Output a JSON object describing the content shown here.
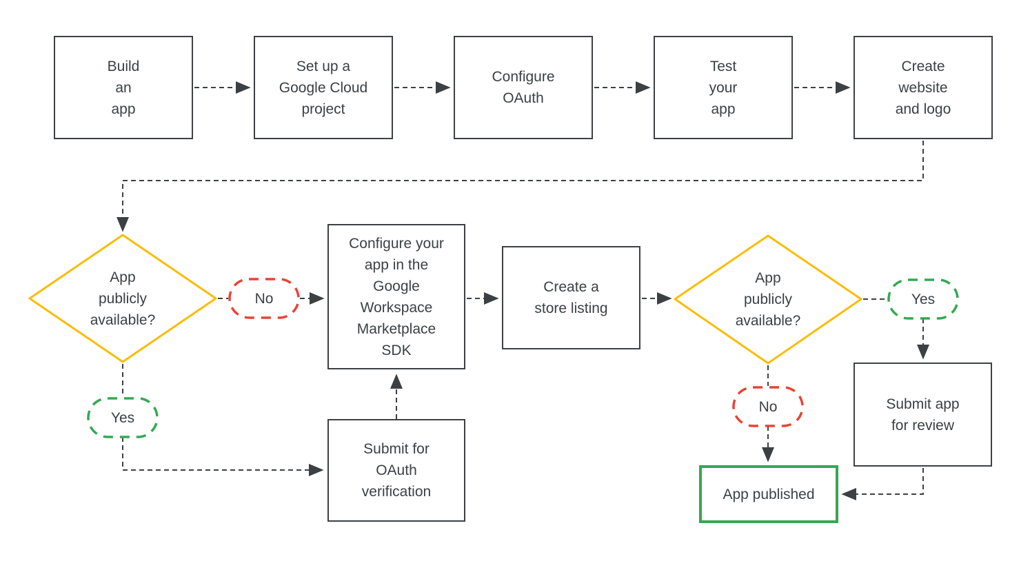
{
  "diagram": {
    "description": "Flowchart of publishing an app to the Google Workspace Marketplace",
    "colors": {
      "connector": "#3c4043",
      "text": "#3c4043",
      "decision_border": "#fbbc04",
      "no_border": "#ea4335",
      "yes_border": "#34a853",
      "terminal_border": "#34a853",
      "background": "#ffffff"
    },
    "nodes": {
      "build_app": {
        "label": "Build\nan\napp",
        "type": "process"
      },
      "cloud_project": {
        "label": "Set up a\nGoogle Cloud\nproject",
        "type": "process"
      },
      "configure_oauth": {
        "label": "Configure\nOAuth",
        "type": "process"
      },
      "test_app": {
        "label": "Test\nyour\napp",
        "type": "process"
      },
      "create_website": {
        "label": "Create\nwebsite\nand logo",
        "type": "process"
      },
      "decision_available_1": {
        "label": "App\npublicly\navailable?",
        "type": "decision"
      },
      "no_1": {
        "label": "No",
        "type": "answer-no"
      },
      "marketplace_sdk": {
        "label": "Configure your\napp in the\nGoogle\nWorkspace\nMarketplace\nSDK",
        "type": "process"
      },
      "store_listing": {
        "label": "Create a\nstore listing",
        "type": "process"
      },
      "decision_available_2": {
        "label": "App\npublicly\navailable?",
        "type": "decision"
      },
      "yes_2": {
        "label": "Yes",
        "type": "answer-yes"
      },
      "yes_1": {
        "label": "Yes",
        "type": "answer-yes"
      },
      "oauth_verification": {
        "label": "Submit for\nOAuth\nverification",
        "type": "process"
      },
      "no_2": {
        "label": "No",
        "type": "answer-no"
      },
      "submit_review": {
        "label": "Submit app\nfor review",
        "type": "process"
      },
      "app_published": {
        "label": "App published",
        "type": "terminal"
      }
    },
    "edges": [
      "build_app -> cloud_project",
      "cloud_project -> configure_oauth",
      "configure_oauth -> test_app",
      "test_app -> create_website",
      "create_website -> decision_available_1",
      "decision_available_1 -No-> marketplace_sdk",
      "marketplace_sdk -> store_listing",
      "store_listing -> decision_available_2",
      "decision_available_2 -Yes-> submit_review",
      "decision_available_2 -No-> app_published",
      "decision_available_1 -Yes-> oauth_verification",
      "oauth_verification -> marketplace_sdk",
      "submit_review -> app_published"
    ]
  }
}
